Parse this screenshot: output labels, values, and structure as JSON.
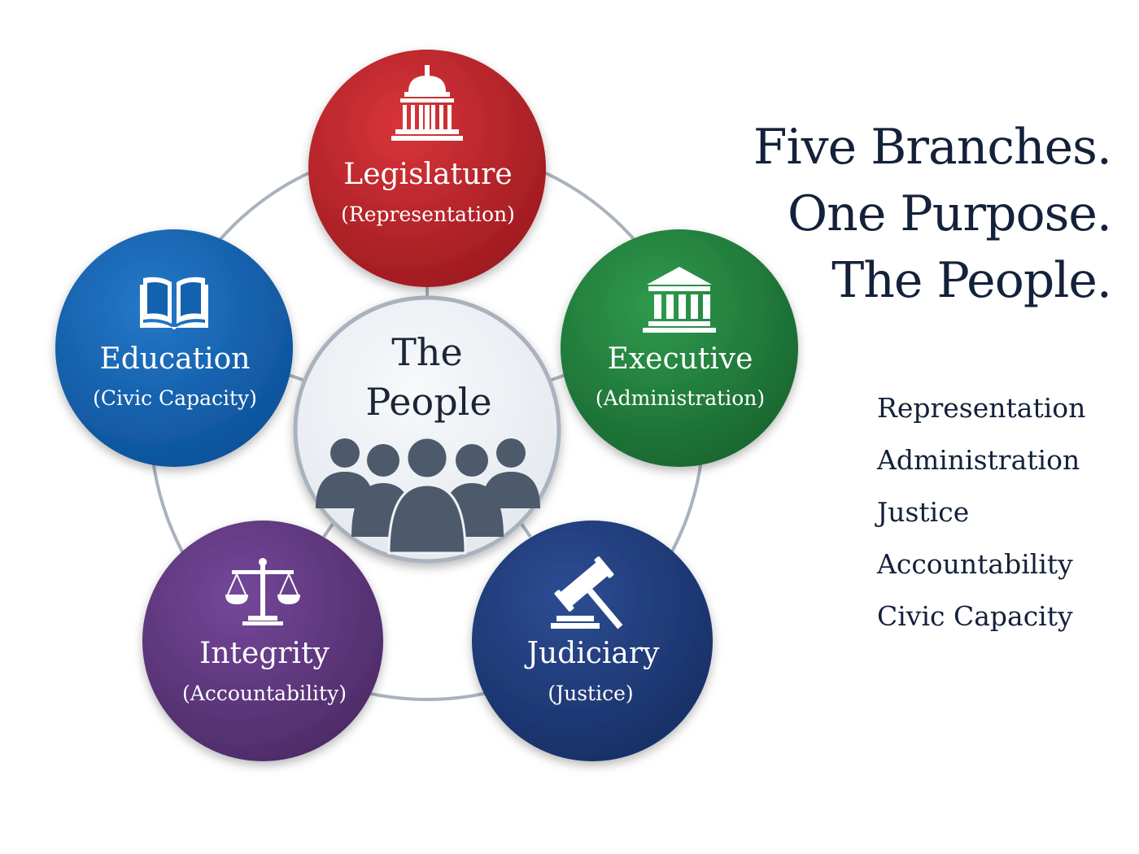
{
  "center": {
    "line1": "The",
    "line2": "People"
  },
  "branches": [
    {
      "title": "Legislature",
      "subtitle": "(Representation)",
      "icon": "capitol-dome-icon",
      "color": "#b51e24"
    },
    {
      "title": "Executive",
      "subtitle": "(Administration)",
      "icon": "government-building-icon",
      "color": "#1f7a3a"
    },
    {
      "title": "Judiciary",
      "subtitle": "(Justice)",
      "icon": "gavel-icon",
      "color": "#1f3a78"
    },
    {
      "title": "Integrity",
      "subtitle": "(Accountability)",
      "icon": "scales-icon",
      "color": "#5c3577"
    },
    {
      "title": "Education",
      "subtitle": "(Civic Capacity)",
      "icon": "open-book-icon",
      "color": "#1262b0"
    }
  ],
  "headline": {
    "line1": "Five Branches.",
    "line2": "One Purpose.",
    "line3": "The People."
  },
  "values": [
    "Representation",
    "Administration",
    "Justice",
    "Accountability",
    "Civic Capacity"
  ],
  "colors": {
    "ring": "#a9b2bd",
    "text": "#14213a",
    "people": "#4c5a6c"
  }
}
